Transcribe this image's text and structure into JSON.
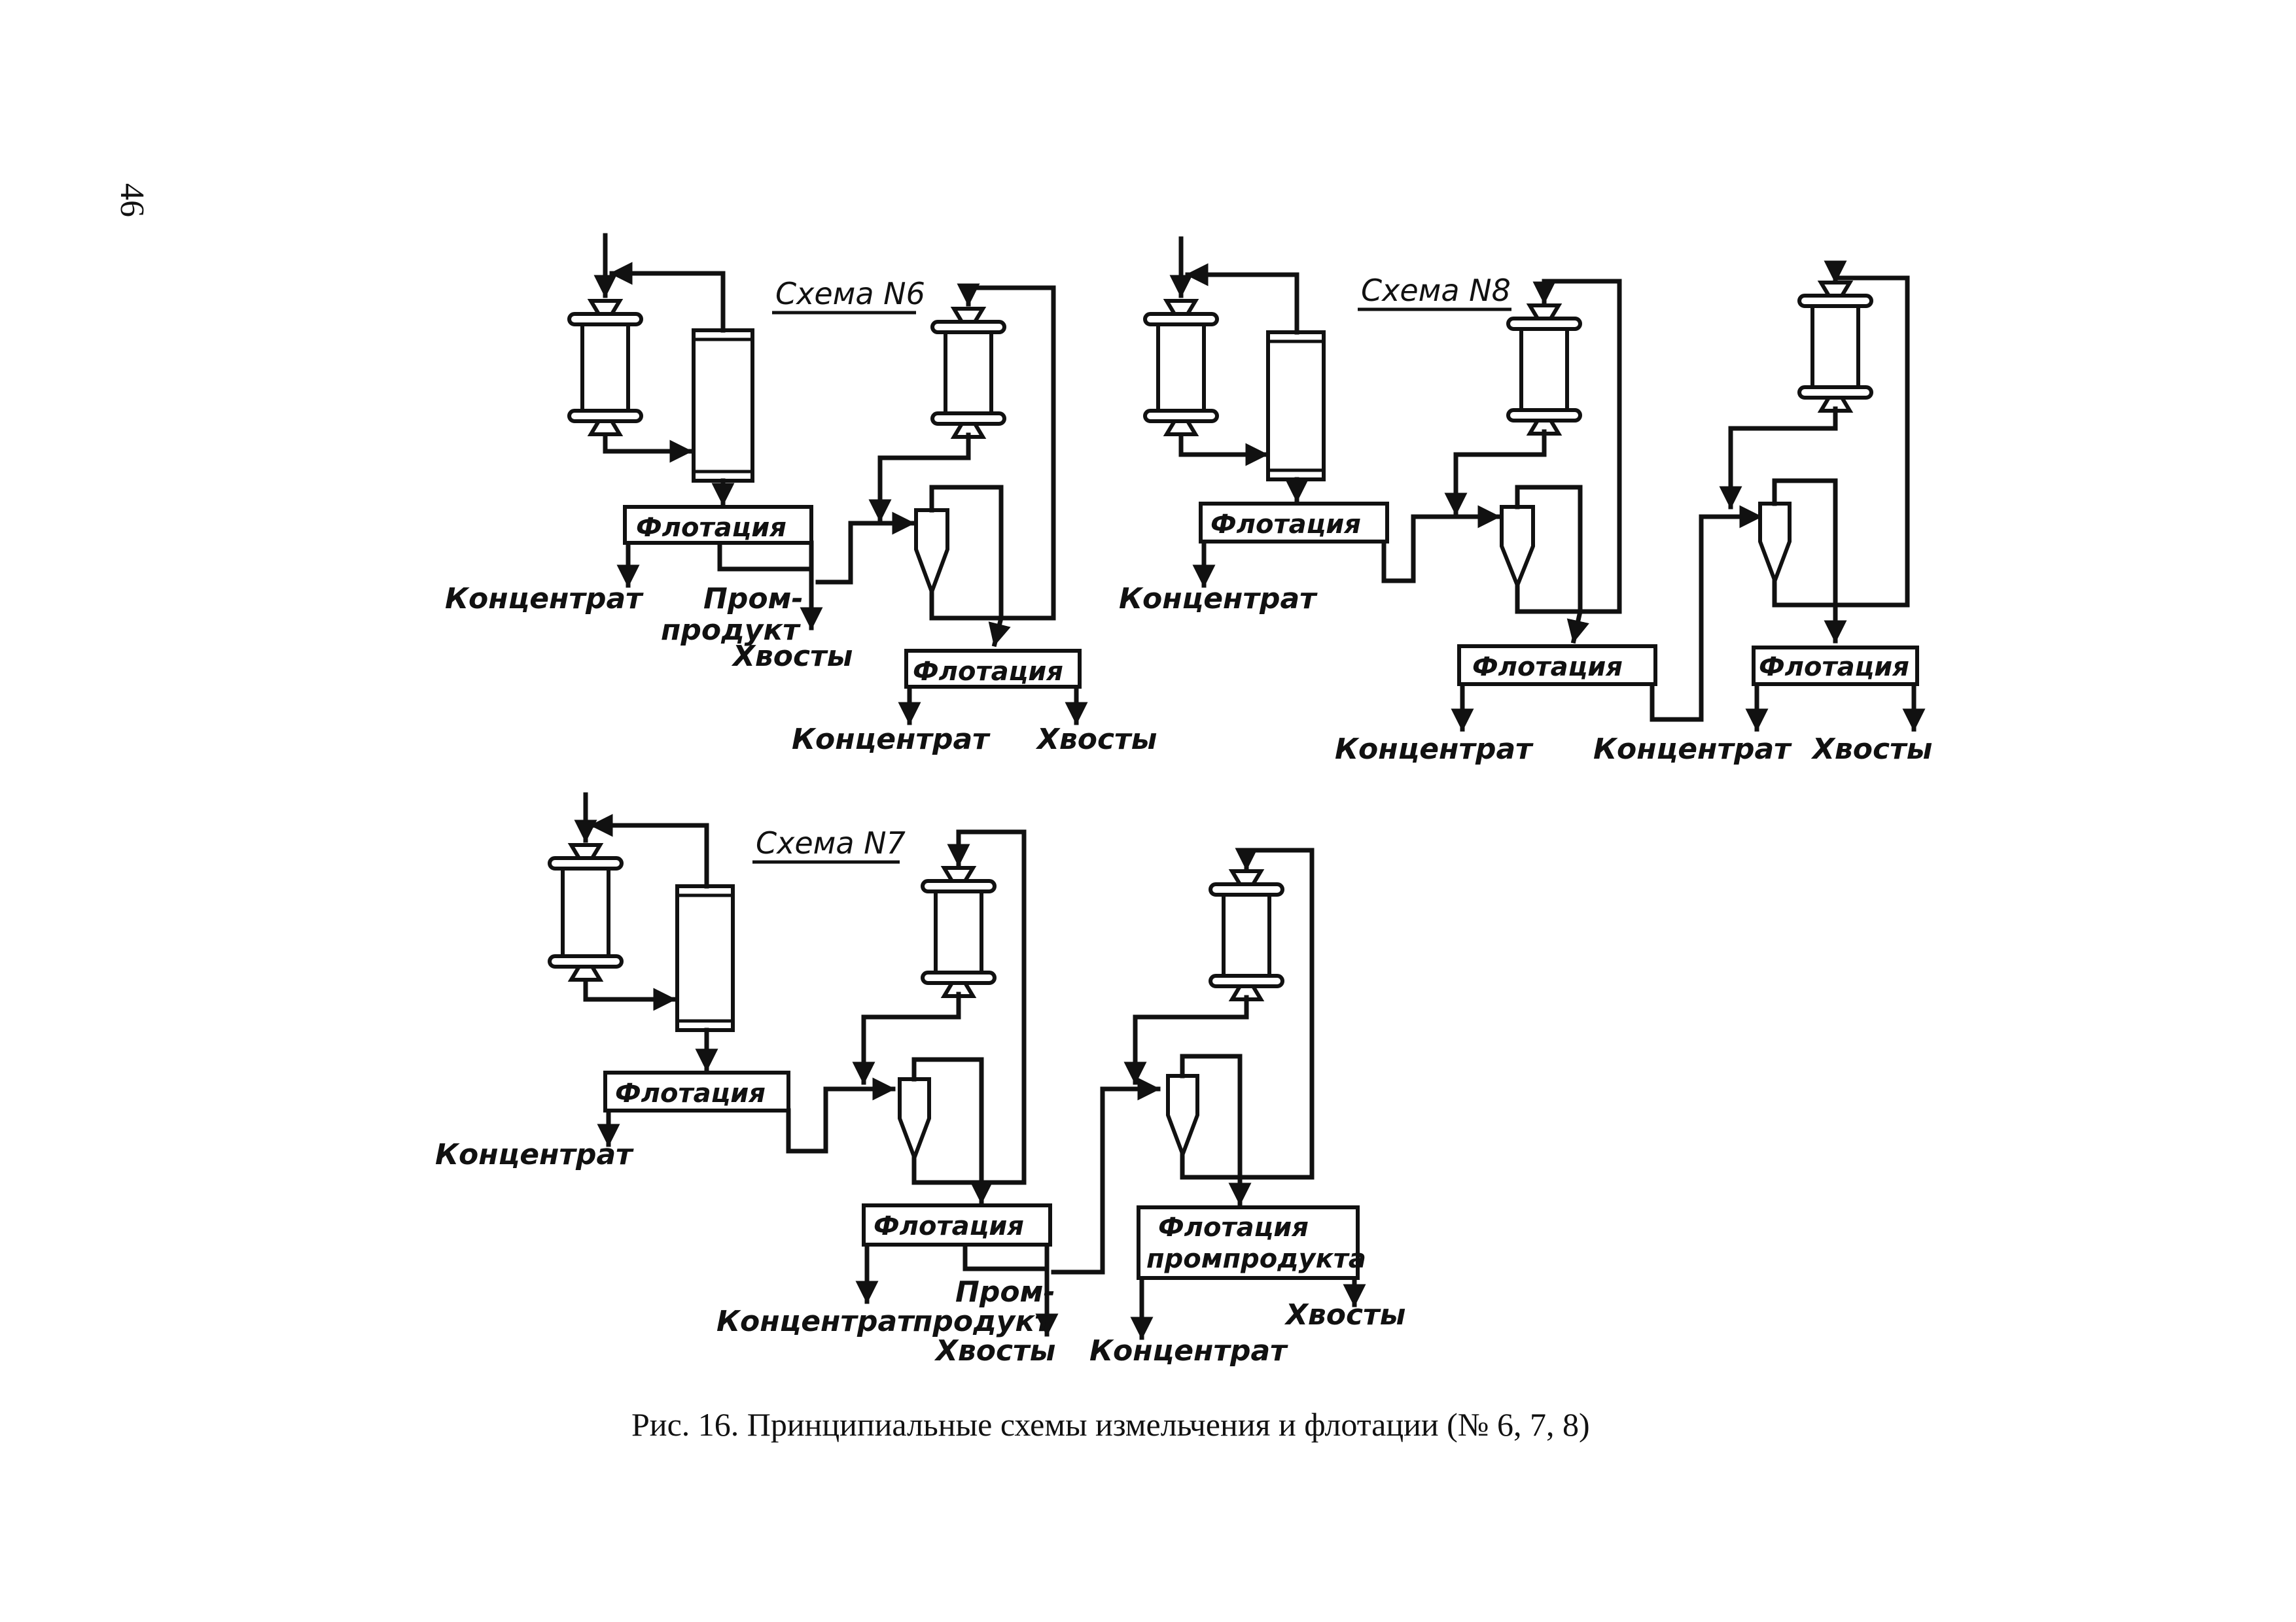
{
  "page_number": "46",
  "caption": "Рис. 16. Принципиальные схемы измельчения и флотации (№ 6, 7, 8)",
  "schemes": {
    "n6": {
      "title": "Схема N6",
      "flotation_1": "Флотация",
      "flotation_2": "Флотация",
      "outputs": {
        "concentrate_1": "Концентрат",
        "middlings_1_line1": "Пром-",
        "middlings_1_line2": "продукт",
        "tailings_1": "Хвосты",
        "concentrate_2": "Концентрат",
        "tailings_2": "Хвосты"
      }
    },
    "n8": {
      "title": "Схема N8",
      "flotation_1": "Флотация",
      "flotation_2": "Флотация",
      "flotation_3": "Флотация",
      "outputs": {
        "concentrate_1": "Концентрат",
        "concentrate_2": "Концентрат",
        "concentrate_3": "Концентрат",
        "tailings_3": "Хвосты"
      }
    },
    "n7": {
      "title": "Схема N7",
      "flotation_1": "Флотация",
      "flotation_2": "Флотация",
      "flotation_3_line1": "Флотация",
      "flotation_3_line2": "промпродукта",
      "outputs": {
        "concentrate_1": "Концентрат",
        "concentrate_2": "Концентрат",
        "middlings_2_line1": "Пром-",
        "middlings_2_line2": "продукт",
        "tailings_2": "Хвосты",
        "concentrate_3": "Концентрат",
        "tailings_3": "Хвосты"
      }
    }
  },
  "equipment_legend": {
    "mill": "ball-mill",
    "classifier": "spiral-classifier",
    "hydrocyclone": "hydrocyclone",
    "flotation": "flotation-cell"
  }
}
